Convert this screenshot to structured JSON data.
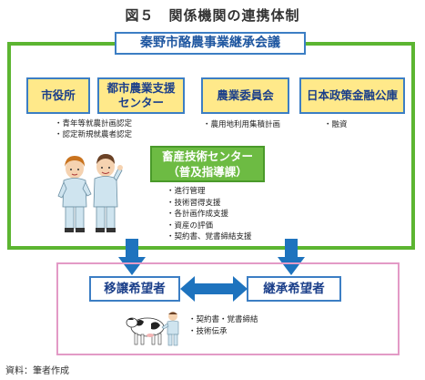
{
  "figure": {
    "title": "図５　関係機関の連携体制",
    "source": "資料：筆者作成"
  },
  "council": {
    "name": "秦野市酪農事業継承会議"
  },
  "organizations": [
    {
      "name": "市役所"
    },
    {
      "name": "都市農業支援センター"
    },
    {
      "name": "農業委員会"
    },
    {
      "name": "日本政策金融公庫"
    }
  ],
  "notes": {
    "city": [
      "・青年等就農計画認定",
      "・認定新規就農者認定"
    ],
    "agri_committee": [
      "・農用地利用集積計画"
    ],
    "jfc": [
      "・融資"
    ]
  },
  "center": {
    "name_line1": "畜産技術センター",
    "name_line2": "（普及指導課）",
    "tasks": [
      "・進行管理",
      "・技術習得支援",
      "・各計画作成支援",
      "・資産の評価",
      "・契約書、覚書締結支援"
    ]
  },
  "parties": {
    "transferor": "移譲希望者",
    "successor": "継承希望者",
    "tasks": [
      "・契約書・覚書締結",
      "・技術伝承"
    ]
  },
  "colors": {
    "green_frame": "#5cb531",
    "blue_border": "#3c7ec4",
    "yellow_fill": "#ffe98a",
    "green_fill": "#6dbb43",
    "pink_frame": "#e39ac6",
    "arrow_blue": "#1e73be"
  },
  "icons": [
    "farmer-couple-illustration",
    "dairy-cow-illustration",
    "down-arrow-icon",
    "double-arrow-icon"
  ]
}
